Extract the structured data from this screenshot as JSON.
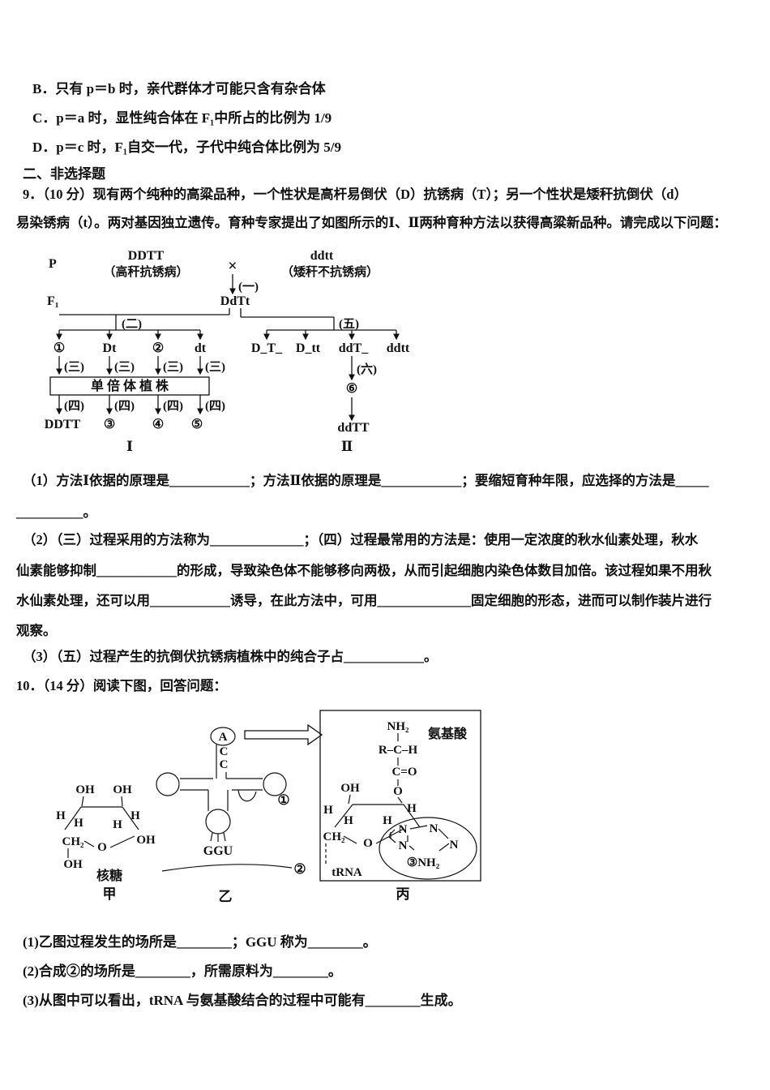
{
  "doc": {
    "options": {
      "b": "B．只有 p＝b 时，亲代群体才可能只含有杂合体",
      "c": "C．p＝a 时，显性纯合体在 F₁中所占的比例为 1/9",
      "d": "D．p＝c 时，F₁自交一代，子代中纯合体比例为 5/9"
    },
    "section2_header": "二、非选择题",
    "q9": {
      "intro1": "9．（10 分）现有两个纯种的高粱品种，一个性状是高杆易倒伏（D）抗锈病（T）；另一个性状是矮秆抗倒伏（d）",
      "intro2": "易染锈病（t）。两对基因独立遗传。育种专家提出了如图所示的Ⅰ、Ⅱ两种育种方法以获得高粱新品种。请完成以下问题：",
      "sub1a": "（1）方法Ⅰ依据的原理是____________；方法Ⅱ依据的原理是____________；要缩短育种年限，应选择的方法是_____",
      "sub1b": "__________。",
      "sub2a": "（2）（三）过程采用的方法称为______________；（四）过程最常用的方法是：使用一定浓度的秋水仙素处理，秋水",
      "sub2b": "仙素能够抑制____________的形成，导致染色体不能够移向两极，从而引起细胞内染色体数目加倍。该过程如果不用秋",
      "sub2c": "水仙素处理，还可以用____________诱导，在此方法中，可用______________固定细胞的形态，进而可以制作装片进行",
      "sub2d": "观察。",
      "sub3": "（3）（五）过程产生的抗倒伏抗锈病植株中的纯合子占____________。"
    },
    "q10": {
      "intro": "10．（14 分）阅读下图，回答问题：",
      "sub1": "(1)乙图过程发生的场所是________；GGU 称为________。",
      "sub2": "(2)合成②的场所是________，所需原料为________。",
      "sub3": "(3)从图中可以看出，tRNA 与氨基酸结合的过程中可能有________生成。"
    },
    "breeding": {
      "p": "P",
      "f1": "F₁",
      "parent1": "DDTT",
      "parent1_pheno": "（高秆抗锈病）",
      "cross": "×",
      "parent2": "ddtt",
      "parent2_pheno": "（矮秆不抗锈病）",
      "step1": "(一)",
      "f1_geno": "DdTt",
      "step2": "(二)",
      "step3": "(三)",
      "step4": "(四)",
      "step5": "(五)",
      "step6": "(六)",
      "g1": "①",
      "g2": "Dt",
      "g3": "②",
      "g4": "dt",
      "haploid_box": "单 倍 体 植 株",
      "r1": "DDTT",
      "r2": "③",
      "r3": "④",
      "r4": "⑤",
      "label_i": "Ⅰ",
      "f2a": "D_T_",
      "f2b": "D_tt",
      "f2c": "ddT_",
      "f2d": "ddtt",
      "c6": "⑥",
      "result_ii": "ddTT",
      "label_ii": "Ⅱ"
    },
    "fig10": {
      "jia": {
        "oh1": "OH",
        "oh2": "OH",
        "h_ol": "H",
        "h_il": "H",
        "h_ir": "H",
        "h_or": "H",
        "ch2": "CH₂",
        "o": "O",
        "oh_r": "OH",
        "oh_b": "OH",
        "caption": "核糖",
        "tag": "甲"
      },
      "yi": {
        "a": "A",
        "c1": "C",
        "c2": "C",
        "circ1": "①",
        "anticodon": "GGU",
        "circ2": "②",
        "tag": "乙"
      },
      "bing": {
        "amino": "氨基酸",
        "nh2": "NH₂",
        "rch": "R–C–H",
        "co": "C=O",
        "o": "O",
        "oh": "OH",
        "h_ol": "H",
        "h_il": "H",
        "h_ir": "H",
        "h_or": "H",
        "ch2": "CH₂",
        "ring_o": "O",
        "n1": "N",
        "n2": "N",
        "n3": "N",
        "n4": "N",
        "c3nh2": "③NH₂",
        "trna": "tRNA",
        "tag": "丙"
      }
    }
  }
}
